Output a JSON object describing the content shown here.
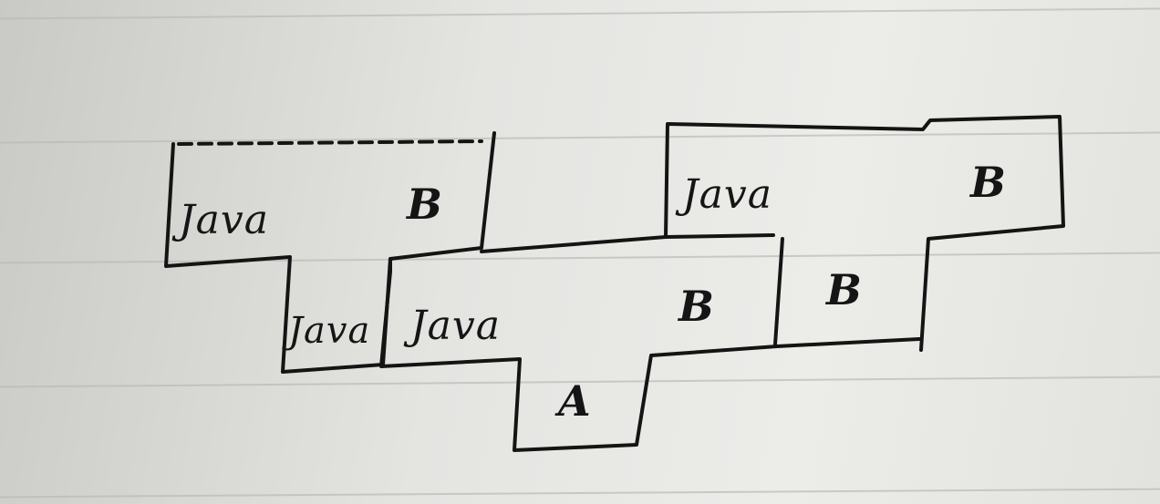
{
  "diagram": {
    "blocks": [
      {
        "id": "top-left",
        "word": "Java",
        "letter": "B"
      },
      {
        "id": "top-right",
        "word": "Java",
        "letter": "B"
      },
      {
        "id": "small",
        "word": "Java"
      },
      {
        "id": "middle",
        "word": "Java",
        "letter": "B"
      },
      {
        "id": "right-cell",
        "letter": "B"
      },
      {
        "id": "bottom",
        "letter": "A"
      }
    ]
  },
  "colors": {
    "ink": "#141414",
    "paper": "#e6e6e3",
    "rule": "#b9b9b6"
  }
}
